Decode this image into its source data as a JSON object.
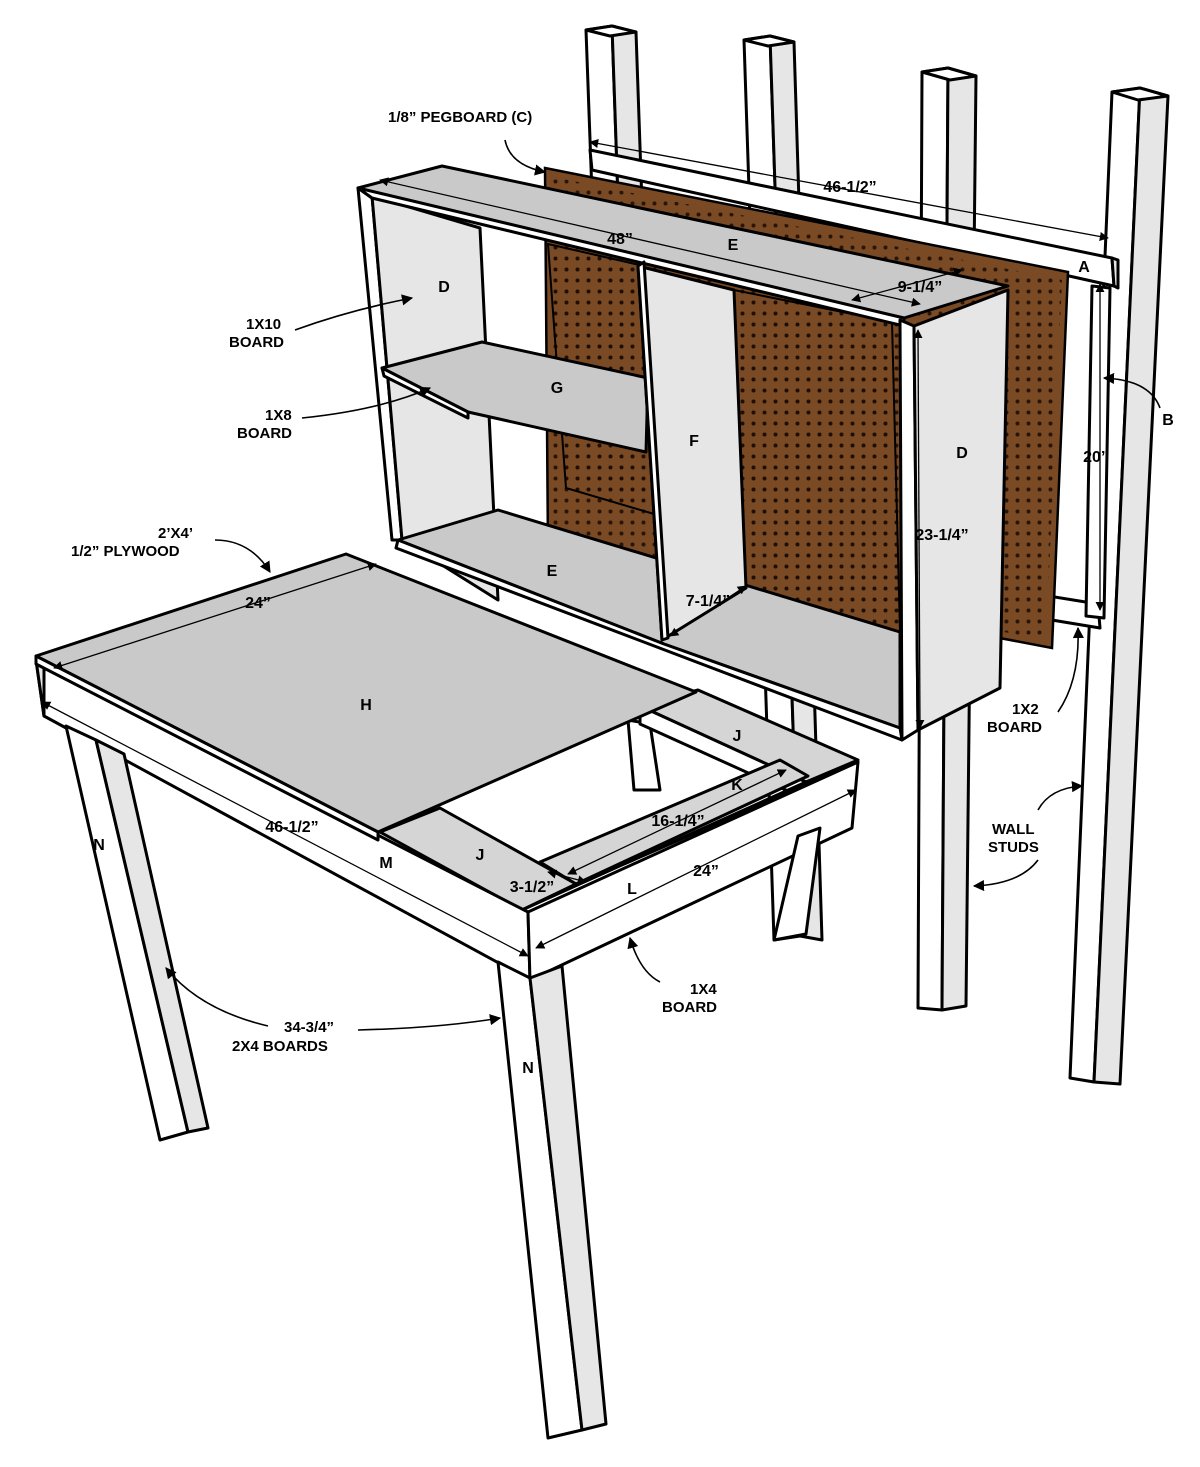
{
  "callouts": {
    "pegboard": "1/8” PEGBOARD (C)",
    "board_1x10_a": "1X10",
    "board_1x10_b": "BOARD",
    "board_1x8_a": "1X8",
    "board_1x8_b": "BOARD",
    "plywood_a": "2’X4’",
    "plywood_b": "1/2” PLYWOOD",
    "board_1x2_a": "1X2",
    "board_1x2_b": "BOARD",
    "studs_a": "WALL",
    "studs_b": "STUDS",
    "board_1x4_a": "1X4",
    "board_1x4_b": "BOARD",
    "legs_a": "34-3/4”",
    "legs_b": "2X4 BOARDS"
  },
  "parts": {
    "A": "A",
    "B": "B",
    "D_left": "D",
    "D_right": "D",
    "E_top": "E",
    "E_bottom": "E",
    "F": "F",
    "G": "G",
    "H": "H",
    "J_back": "J",
    "J_front": "J",
    "K": "K",
    "L": "L",
    "M": "M",
    "N_left": "N",
    "N_right": "N"
  },
  "dimensions": {
    "cleat_length": "46-1/2”",
    "shelf_width": "48”",
    "shelf_depth": "9-1/4”",
    "cleat_height": "20”",
    "shelf_height": "23-1/4”",
    "divider_depth": "7-1/4”",
    "top_depth": "24”",
    "frame_length": "46-1/2”",
    "crosspiece": "16-1/4”",
    "side_depth": "24”",
    "frame_offset": "3-1/2”"
  },
  "colors": {
    "pegboard": "#7a4a24",
    "wood_face": "#ffffff",
    "wood_side": "#e6e6e6",
    "wood_top": "#c9c9c9",
    "line": "#000000"
  }
}
